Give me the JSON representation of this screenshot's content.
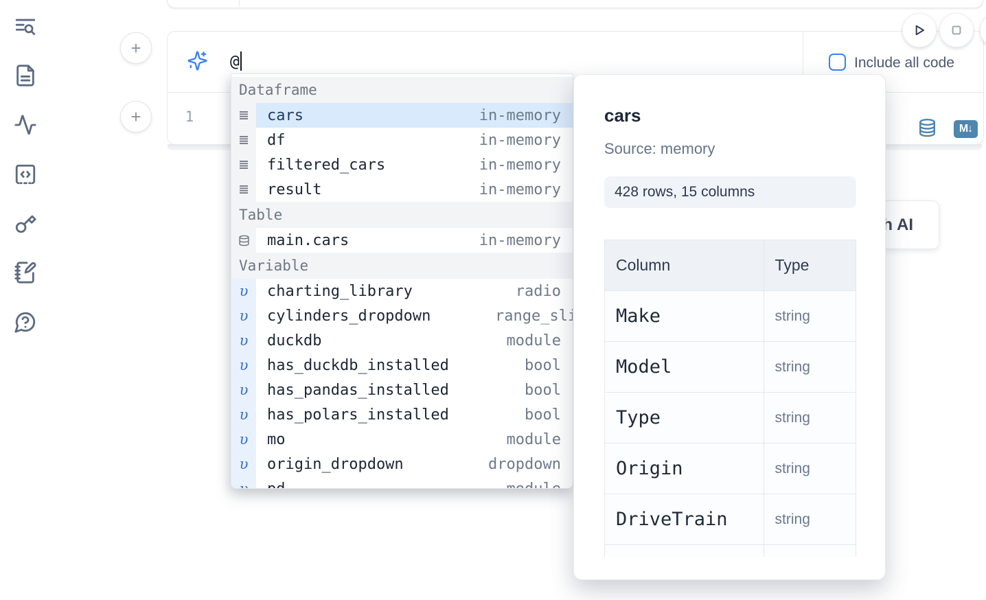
{
  "colors": {
    "accent_blue": "#3b82f6",
    "steel_blue": "#4e86ae",
    "selection_blue": "#d8eafc",
    "icon_slate": "#5d6b80"
  },
  "sidebar": {
    "icons": [
      {
        "name": "text-search-icon"
      },
      {
        "name": "file-text-icon"
      },
      {
        "name": "activity-icon"
      },
      {
        "name": "code-square-icon"
      },
      {
        "name": "key-icon"
      },
      {
        "name": "notebook-pen-icon"
      },
      {
        "name": "help-chat-icon"
      }
    ]
  },
  "add_cell_buttons": {
    "top_label": "+",
    "bottom_label": "+"
  },
  "ai_cell": {
    "prompt_value": "@",
    "include_all_code_label": "Include all code",
    "include_all_code_checked": false,
    "line_number": "1"
  },
  "cell_actions": {
    "markdown_badge": "M↓"
  },
  "autocomplete": {
    "sections": [
      {
        "label": "Dataframe",
        "items": [
          {
            "icon": "dataframe-icon",
            "name": "cars",
            "detail": "in-memory",
            "selected": true
          },
          {
            "icon": "dataframe-icon",
            "name": "df",
            "detail": "in-memory"
          },
          {
            "icon": "dataframe-icon",
            "name": "filtered_cars",
            "detail": "in-memory"
          },
          {
            "icon": "dataframe-icon",
            "name": "result",
            "detail": "in-memory"
          }
        ]
      },
      {
        "label": "Table",
        "items": [
          {
            "icon": "database-icon",
            "name": "main.cars",
            "detail": "in-memory"
          }
        ]
      },
      {
        "label": "Variable",
        "items": [
          {
            "icon": "variable-icon",
            "name": "charting_library",
            "detail": "radio"
          },
          {
            "icon": "variable-icon",
            "name": "cylinders_dropdown",
            "detail": "range_slider",
            "overflow": true
          },
          {
            "icon": "variable-icon",
            "name": "duckdb",
            "detail": "module"
          },
          {
            "icon": "variable-icon",
            "name": "has_duckdb_installed",
            "detail": "bool"
          },
          {
            "icon": "variable-icon",
            "name": "has_pandas_installed",
            "detail": "bool"
          },
          {
            "icon": "variable-icon",
            "name": "has_polars_installed",
            "detail": "bool"
          },
          {
            "icon": "variable-icon",
            "name": "mo",
            "detail": "module"
          },
          {
            "icon": "variable-icon",
            "name": "origin_dropdown",
            "detail": "dropdown"
          },
          {
            "icon": "variable-icon",
            "name": "pd",
            "detail": "module",
            "clipped": true
          }
        ]
      }
    ]
  },
  "detail_panel": {
    "title": "cars",
    "source": "Source: memory",
    "shape_badge": "428 rows, 15 columns",
    "table": {
      "headers": [
        "Column",
        "Type"
      ],
      "rows": [
        [
          "Make",
          "string"
        ],
        [
          "Model",
          "string"
        ],
        [
          "Type",
          "string"
        ],
        [
          "Origin",
          "string"
        ],
        [
          "DriveTrain",
          "string"
        ]
      ]
    }
  },
  "ai_button": {
    "visible_label": "AI",
    "clipped_fragment": "h"
  }
}
